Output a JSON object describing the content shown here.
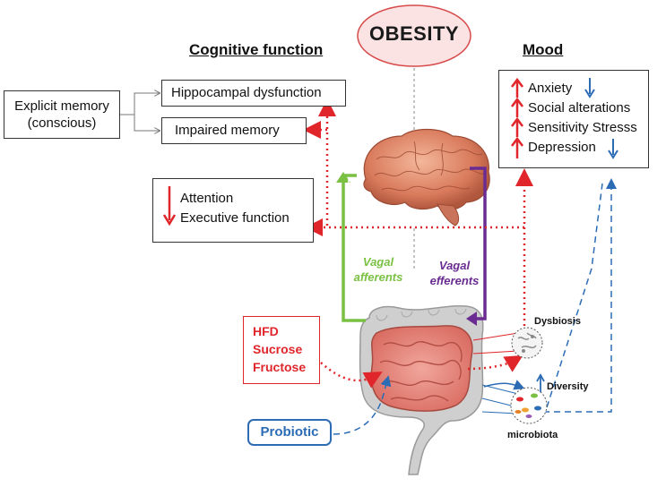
{
  "center": {
    "title": "OBESITY"
  },
  "cognitive": {
    "heading": "Cognitive function",
    "explicit_memory": [
      "Explicit memory",
      "(conscious)"
    ],
    "hippocampal": "Hippocampal dysfunction",
    "impaired_memory": "Impaired memory",
    "attention": "Attention",
    "executive": "Executive function"
  },
  "mood": {
    "heading": "Mood",
    "items": [
      "Anxiety",
      "Social alterations",
      "Sensitivity Stresss",
      "Depression"
    ]
  },
  "vagal": {
    "afferents": [
      "Vagal",
      "afferents"
    ],
    "efferents": [
      "Vagal",
      "efferents"
    ]
  },
  "diet": [
    "HFD",
    "Sucrose",
    "Fructose"
  ],
  "probiotic": "Probiotic",
  "microbiota": {
    "dysbiosis": "Dysbiosis",
    "diversity": "Diversity",
    "label": "microbiota"
  },
  "colors": {
    "red": "#e0262a",
    "blue": "#2b6cb5",
    "green": "#7ac143",
    "purple": "#6a2c91",
    "obesity_fill": "#fbe3e3",
    "gut": "#e8837a",
    "colon": "#c8c8c8"
  }
}
